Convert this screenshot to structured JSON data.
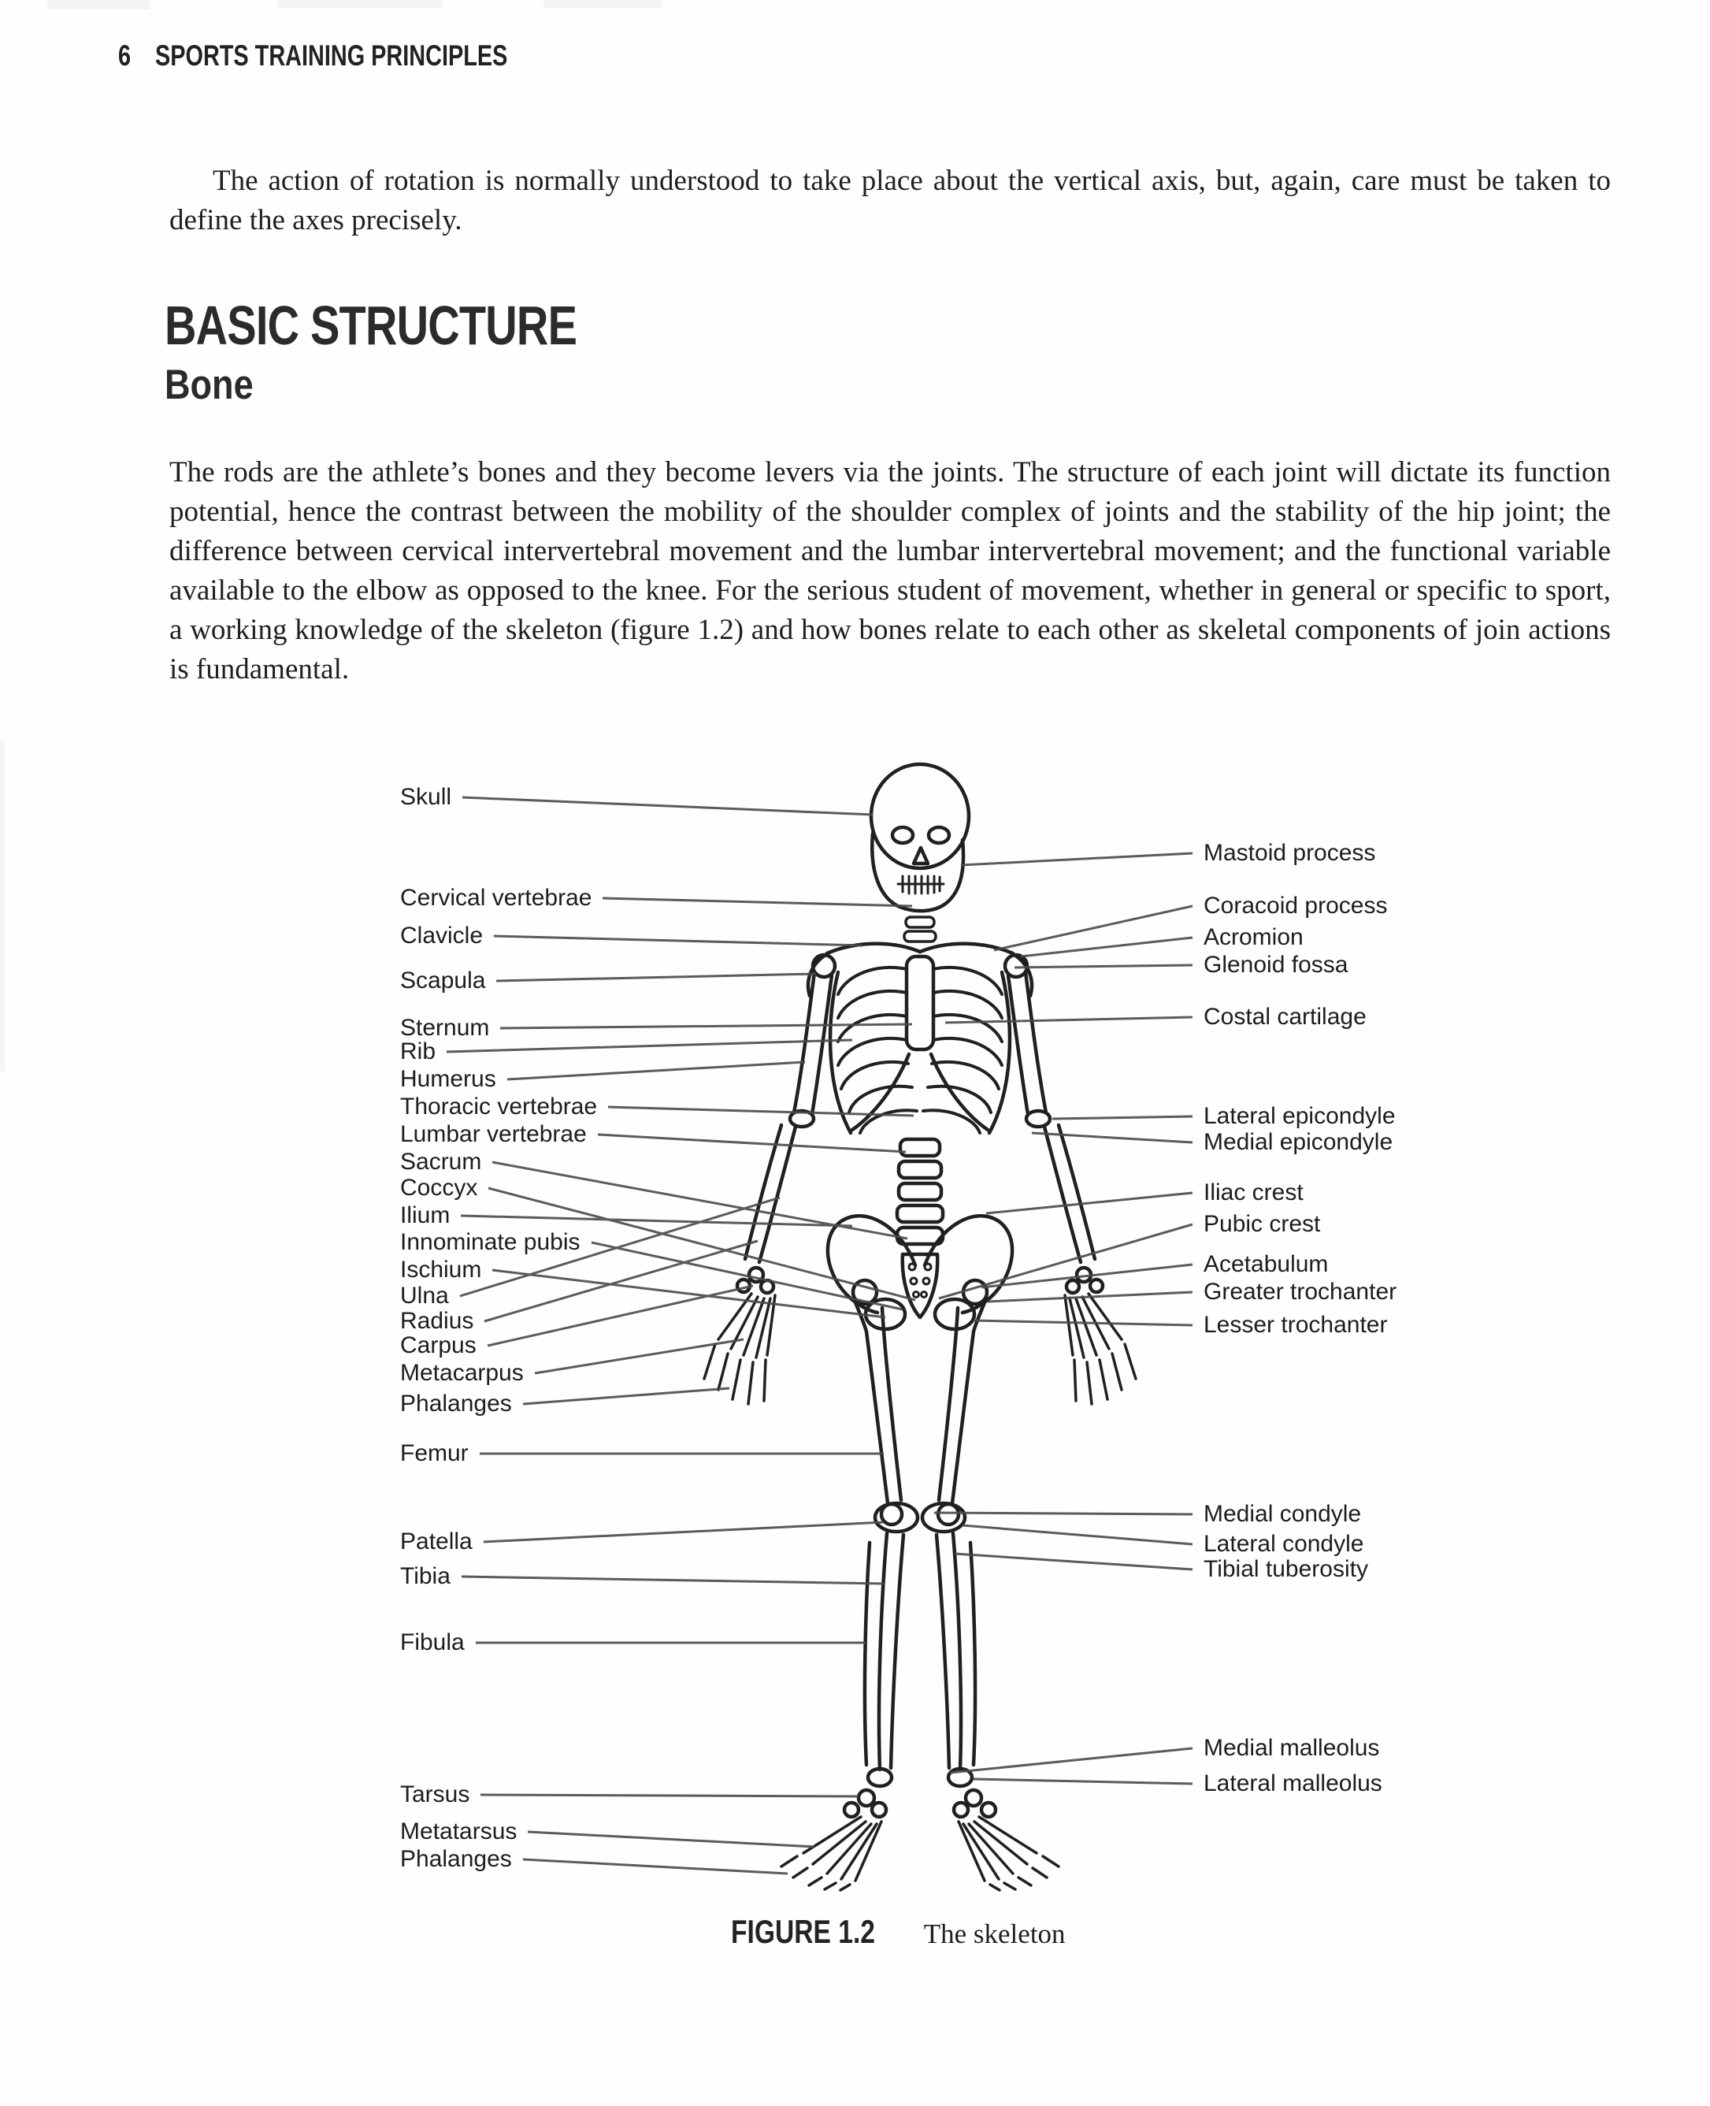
{
  "page": {
    "page_number": "6",
    "running_head": "SPORTS TRAINING PRINCIPLES",
    "intro_paragraph": "The action of rotation is normally understood to take place about the vertical axis, but, again, care must be taken to define the axes precisely.",
    "section_heading": "BASIC STRUCTURE",
    "subsection_heading": "Bone",
    "body_paragraph": "The rods are the athlete’s bones and they become levers via the joints. The structure of each joint will dictate its function potential, hence the contrast between the mobility of the shoulder complex of joints and the stability of the hip joint; the difference between cervical intervertebral movement and the lumbar intervertebral movement; and the functional variable available to the elbow as opposed to the knee. For the serious student of movement, whether in general or specific to sport, a working knowledge of the skeleton (figure 1.2) and how bones relate to each other as skeletal components of join actions is fundamental."
  },
  "figure": {
    "caption_label": "FIGURE 1.2",
    "caption_text": "The skeleton",
    "left_labels": [
      "Skull",
      "Cervical vertebrae",
      "Clavicle",
      "Scapula",
      "Sternum",
      "Rib",
      "Humerus",
      "Thoracic vertebrae",
      "Lumbar vertebrae",
      "Sacrum",
      "Coccyx",
      "Ilium",
      "Innominate pubis",
      "Ischium",
      "Ulna",
      "Radius",
      "Carpus",
      "Metacarpus",
      "Phalanges",
      "Femur",
      "Patella",
      "Tibia",
      "Fibula",
      "Tarsus",
      "Metatarsus",
      "Phalanges"
    ],
    "right_labels": [
      "Mastoid process",
      "Coracoid process",
      "Acromion",
      "Glenoid fossa",
      "Costal cartilage",
      "Lateral epicondyle",
      "Medial epicondyle",
      "Iliac crest",
      "Pubic crest",
      "Acetabulum",
      "Greater trochanter",
      "Lesser trochanter",
      "Medial condyle",
      "Lateral condyle",
      "Tibial tuberosity",
      "Medial malleolus",
      "Lateral malleolus"
    ],
    "line_color": "#4a4a4a",
    "drawing_color": "#202020"
  }
}
